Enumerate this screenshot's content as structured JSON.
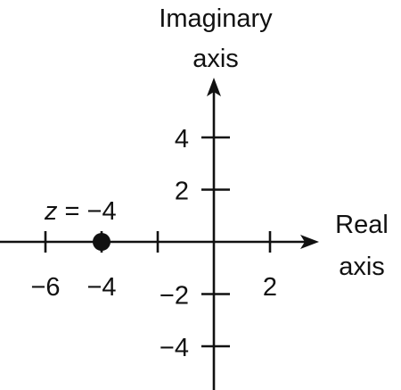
{
  "axes": {
    "imaginary_label_line1": "Imaginary",
    "imaginary_label_line2": "axis",
    "real_label_line1": "Real",
    "real_label_line2": "axis"
  },
  "real_ticks": [
    {
      "value": -6,
      "label": "−6"
    },
    {
      "value": -4,
      "label": "−4"
    },
    {
      "value": -2,
      "label": ""
    },
    {
      "value": 2,
      "label": "2"
    }
  ],
  "imaginary_ticks": [
    {
      "value": 4,
      "label": "4"
    },
    {
      "value": 2,
      "label": "2"
    },
    {
      "value": -2,
      "label": "−2"
    },
    {
      "value": -4,
      "label": "−4"
    }
  ],
  "point": {
    "re": -4,
    "im": 0,
    "label_var": "z",
    "label_rest": " = −4"
  },
  "colors": {
    "ink": "#111111"
  }
}
